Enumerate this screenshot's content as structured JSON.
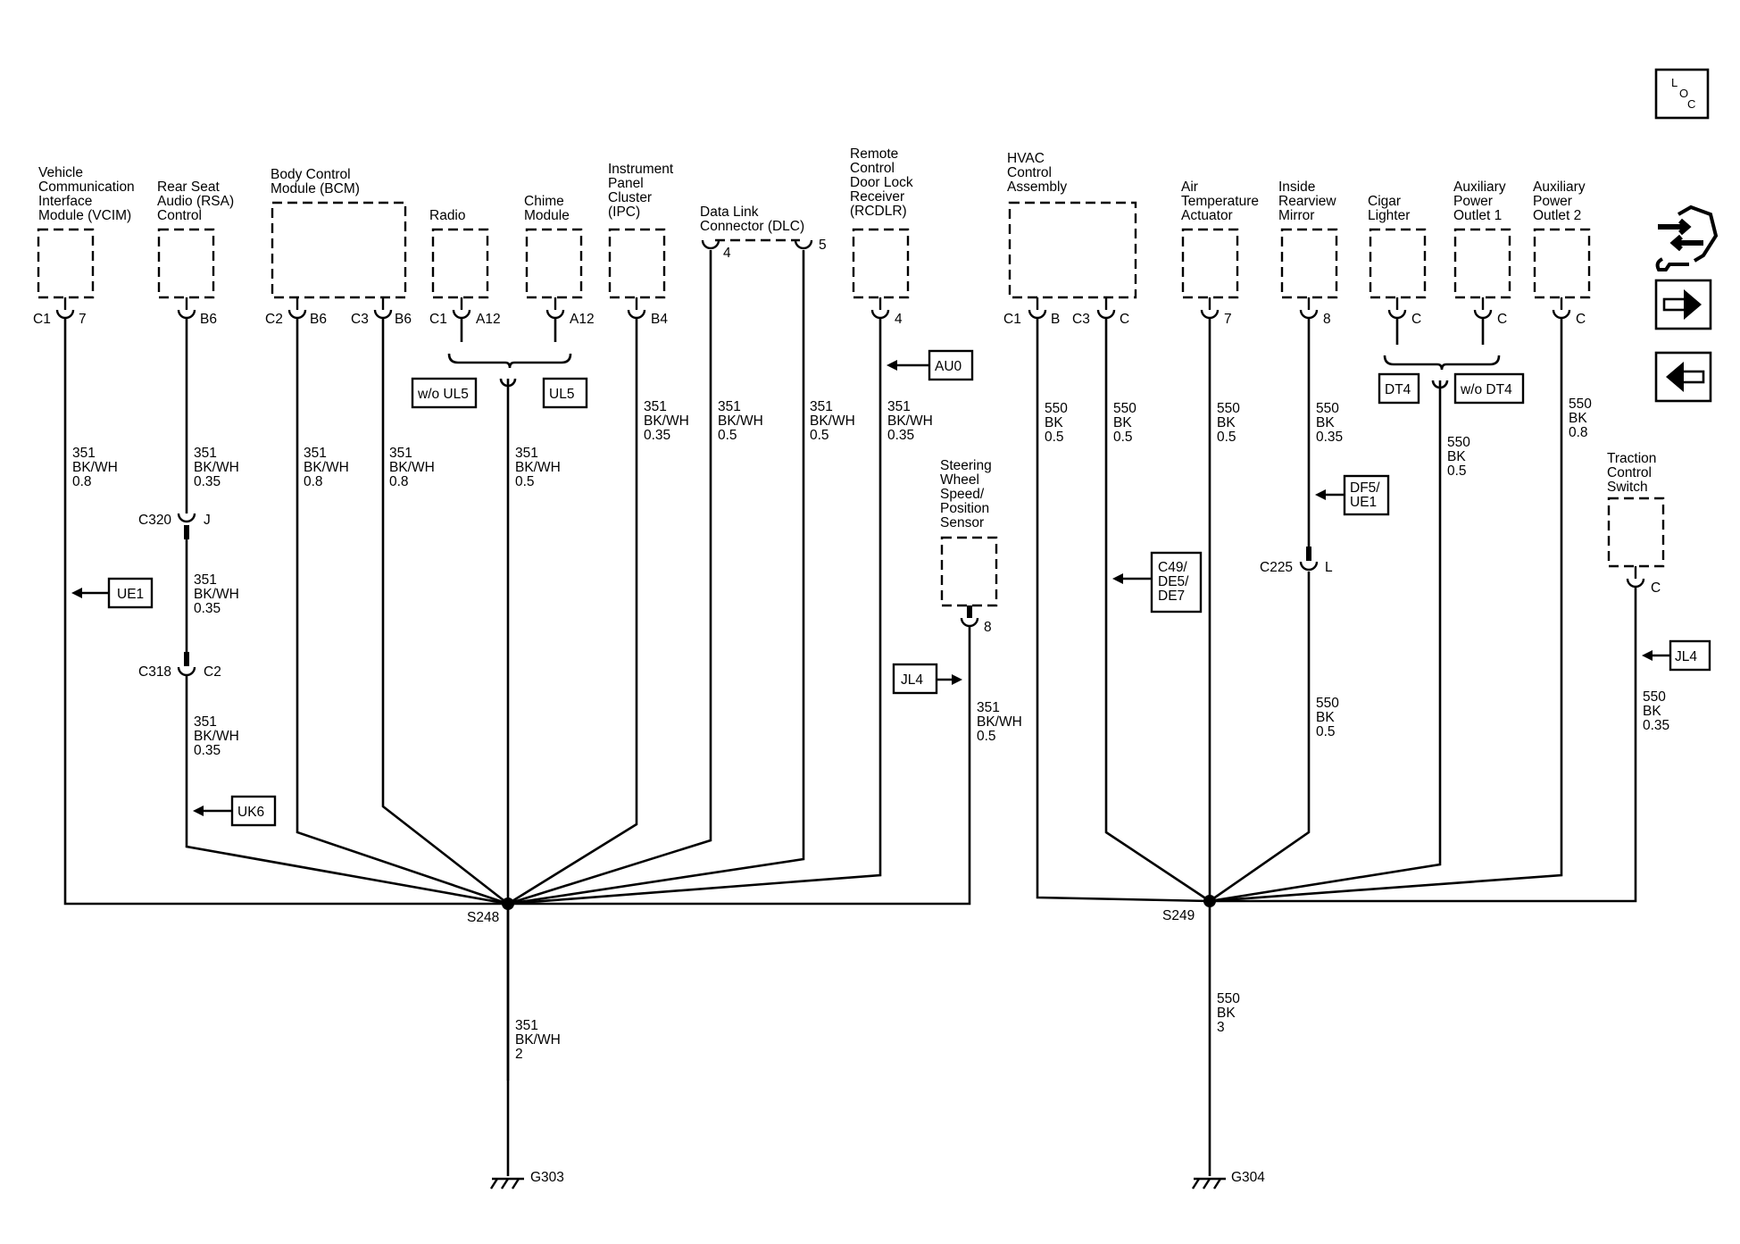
{
  "diagram": {
    "components": [
      {
        "id": "vcim",
        "lines": [
          "Vehicle",
          "Communication",
          "Interface",
          "Module (VCIM)"
        ]
      },
      {
        "id": "rsa",
        "lines": [
          "Rear Seat",
          "Audio (RSA)",
          "Control"
        ]
      },
      {
        "id": "bcm",
        "lines": [
          "Body Control",
          "Module (BCM)"
        ]
      },
      {
        "id": "radio",
        "lines": [
          "Radio"
        ]
      },
      {
        "id": "chime",
        "lines": [
          "Chime",
          "Module"
        ]
      },
      {
        "id": "ipc",
        "lines": [
          "Instrument",
          "Panel",
          "Cluster",
          "(IPC)"
        ]
      },
      {
        "id": "dlc",
        "lines": [
          "Data Link",
          "Connector (DLC)"
        ]
      },
      {
        "id": "rcdlr",
        "lines": [
          "Remote",
          "Control",
          "Door Lock",
          "Receiver",
          "(RCDLR)"
        ]
      },
      {
        "id": "hvac",
        "lines": [
          "HVAC",
          "Control",
          "Assembly"
        ]
      },
      {
        "id": "air",
        "lines": [
          "Air",
          "Temperature",
          "Actuator"
        ]
      },
      {
        "id": "mirror",
        "lines": [
          "Inside",
          "Rearview",
          "Mirror"
        ]
      },
      {
        "id": "cigar",
        "lines": [
          "Cigar",
          "Lighter"
        ]
      },
      {
        "id": "apo1",
        "lines": [
          "Auxiliary",
          "Power",
          "Outlet 1"
        ]
      },
      {
        "id": "apo2",
        "lines": [
          "Auxiliary",
          "Power",
          "Outlet 2"
        ]
      },
      {
        "id": "swsp",
        "lines": [
          "Steering",
          "Wheel",
          "Speed/",
          "Position",
          "Sensor"
        ]
      },
      {
        "id": "tcs",
        "lines": [
          "Traction",
          "Control",
          "Switch"
        ]
      }
    ],
    "pins": {
      "vcim_c": "C1",
      "vcim_p": "7",
      "rsa_p": "B6",
      "bcm_c2": "C2",
      "bcm_p2": "B6",
      "bcm_c3": "C3",
      "bcm_p3": "B6",
      "radio_c": "C1",
      "radio_p": "A12",
      "chime_p": "A12",
      "ipc_p": "B4",
      "dlc_p4": "4",
      "dlc_p5": "5",
      "rcdlr_p": "4",
      "hvac_c1": "C1",
      "hvac_p1": "B",
      "hvac_c3": "C3",
      "hvac_p3": "C",
      "air_p": "7",
      "mirror_p": "8",
      "cigar_p": "C",
      "apo1_p": "C",
      "apo2_p": "C",
      "swsp_p": "8",
      "tcs_p": "C",
      "c320": "C320",
      "c320_p": "J",
      "c318": "C318",
      "c318_p": "C2",
      "c225": "C225",
      "c225_p": "L"
    },
    "wire_labels": [
      [
        "351",
        "BK/WH",
        "0.8"
      ],
      [
        "351",
        "BK/WH",
        "0.35"
      ],
      [
        "351",
        "BK/WH",
        "0.35"
      ],
      [
        "351",
        "BK/WH",
        "0.35"
      ],
      [
        "351",
        "BK/WH",
        "0.8"
      ],
      [
        "351",
        "BK/WH",
        "0.8"
      ],
      [
        "351",
        "BK/WH",
        "0.5"
      ],
      [
        "351",
        "BK/WH",
        "0.35"
      ],
      [
        "351",
        "BK/WH",
        "0.5"
      ],
      [
        "351",
        "BK/WH",
        "0.5"
      ],
      [
        "351",
        "BK/WH",
        "0.35"
      ],
      [
        "351",
        "BK/WH",
        "0.5"
      ],
      [
        "351",
        "BK/WH",
        "2"
      ],
      [
        "550",
        "BK",
        "0.5"
      ],
      [
        "550",
        "BK",
        "0.5"
      ],
      [
        "550",
        "BK",
        "0.5"
      ],
      [
        "550",
        "BK",
        "0.35"
      ],
      [
        "550",
        "BK",
        "0.5"
      ],
      [
        "550",
        "BK",
        "0.8"
      ],
      [
        "550",
        "BK",
        "0.5"
      ],
      [
        "550",
        "BK",
        "0.35"
      ],
      [
        "550",
        "BK",
        "3"
      ]
    ],
    "option_boxes": [
      [
        "UE1"
      ],
      [
        "UK6"
      ],
      [
        "w/o UL5"
      ],
      [
        "UL5"
      ],
      [
        "AU0"
      ],
      [
        "JL4"
      ],
      [
        "C49/",
        "DE5/",
        "DE7"
      ],
      [
        "DF5/",
        "UE1"
      ],
      [
        "DT4"
      ],
      [
        "w/o DT4"
      ],
      [
        "JL4"
      ]
    ],
    "splices": {
      "left": "S248",
      "right": "S249"
    },
    "grounds": {
      "left": "G303",
      "right": "G304"
    },
    "loc_button": [
      "L",
      "O",
      "C"
    ]
  },
  "nav": {
    "icons": [
      "wrench-arrows-icon",
      "arrow-right-icon",
      "arrow-left-icon"
    ]
  },
  "colors": {
    "line": "#000000",
    "background": "#ffffff"
  }
}
